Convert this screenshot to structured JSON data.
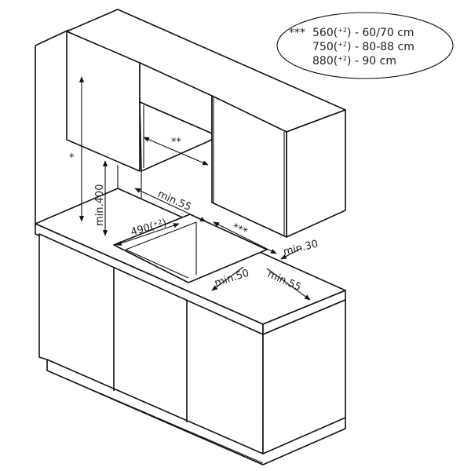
{
  "legend": {
    "marker": "***",
    "rows": [
      {
        "base": "560(",
        "sup": "+2",
        "rest": ") - 60/70 cm"
      },
      {
        "base": "750(",
        "sup": "+2",
        "rest": ") - 80-88 cm"
      },
      {
        "base": "880(",
        "sup": "+2",
        "rest": ") - 90 cm"
      }
    ]
  },
  "labels": {
    "star_height": "*",
    "hood_width": "**",
    "min_400": "min.400",
    "min_55_back": "min.55",
    "cutout_depth": "490(",
    "cutout_depth_sup": "+2",
    "cutout_depth_end": ")",
    "cutout_width": "***",
    "min_30": "min.30",
    "min_50": "min.50",
    "min_55_side": "min.55"
  }
}
